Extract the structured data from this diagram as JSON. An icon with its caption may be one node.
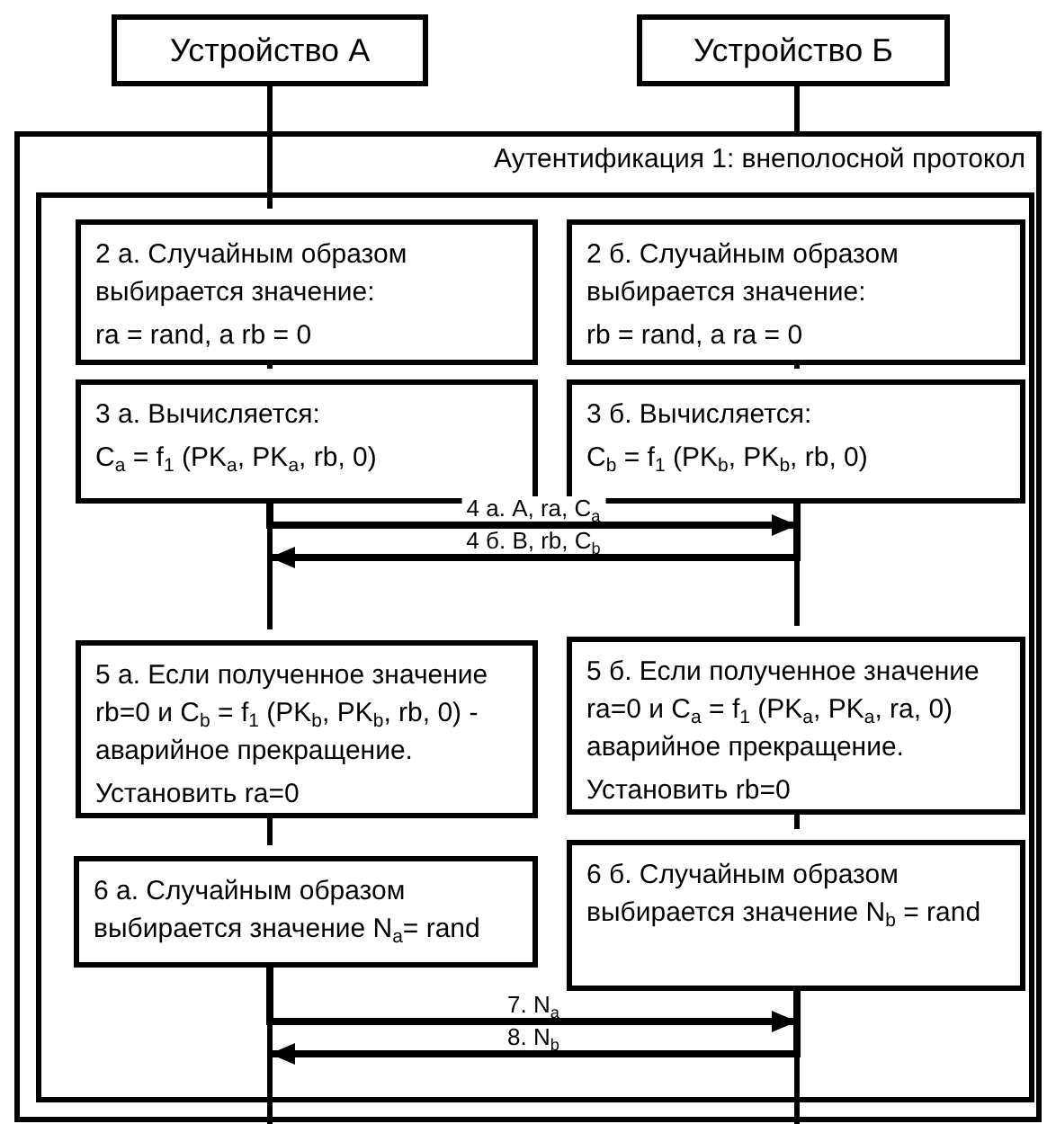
{
  "diagram": {
    "nodes": [
      {
        "text": [
          "Устройство А"
        ]
      },
      {
        "text": [
          "Устройство Б"
        ]
      },
      {
        "text": [
          "Аутентификация 1: внеполосной протокол"
        ]
      },
      {
        "text": [],
        "shape": "box",
        "in": 2
      },
      {
        "text": [
          "2 а. Случайным образом выбирается значение:",
          "ra = rand,  а rb = 0"
        ],
        "in": 3
      },
      {
        "text": [
          "2 б. Случайным образом выбирается значение:",
          "rb = rand, а ra = 0"
        ],
        "in": 3
      },
      {
        "text": [
          "3 а. Вычисляется:",
          "C$_{a}$ = f$_{1}$ (PK$_{a}$, PK$_{a}$, rb, 0)"
        ],
        "in": 3
      },
      {
        "text": [
          "3 б. Вычисляется:",
          "C$_{b}$ = f$_{1}$ (PK$_{b}$, PK$_{b}$, rb, 0)"
        ],
        "in": 3
      },
      {
        "text": [
          "5 а. Если полученное значение rb=0 и C$_{b}$ = f$_{1}$ (PK$_{b}$, PK$_{b}$, rb, 0) - аварийное прекращение.",
          "Установить ra=0"
        ],
        "in": 3
      },
      {
        "text": [
          "5 б. Если полученное значение ra=0 и C$_{a}$ = f$_{1}$ (PK$_{a}$, PK$_{a}$, ra, 0) аварийное прекращение.",
          "Установить rb=0"
        ],
        "in": 3
      },
      {
        "text": [
          "6 а.  Случайным образом выбирается значение  N$_{a}$= rand"
        ],
        "in": 3
      },
      {
        "text": [
          "6 б. Случайным образом выбирается значение N$_{b}$ = rand"
        ],
        "in": 3
      }
    ],
    "edges": [
      {
        "from": 0,
        "to": 4,
        "arrow": "none"
      },
      {
        "from": 1,
        "to": 2,
        "arrow": "none"
      },
      {
        "from": 4,
        "to": 6,
        "arrow": "none"
      },
      {
        "from": 5,
        "to": 7,
        "arrow": "none"
      },
      {
        "from": 6,
        "to": 8,
        "arrow": "none"
      },
      {
        "from": 7,
        "to": 9,
        "arrow": "none"
      },
      {
        "from": 8,
        "to": 10,
        "arrow": "none"
      },
      {
        "from": 9,
        "to": 11,
        "arrow": "none"
      },
      {
        "from": 10,
        "to": null,
        "arrow": "none"
      },
      {
        "from": 11,
        "to": null,
        "arrow": "none"
      },
      {
        "from": 6,
        "to": 7,
        "arrow": "to",
        "label": "4 а. A, ra,  C$_{a}$"
      },
      {
        "from": 7,
        "to": 6,
        "arrow": "to",
        "label": "4 б. B, rb, C$_{b}$"
      },
      {
        "from": 10,
        "to": 11,
        "arrow": "to",
        "label": "7. N$_{a}$"
      },
      {
        "from": 11,
        "to": 10,
        "arrow": "to",
        "label": "8. N$_{b}$"
      }
    ]
  }
}
